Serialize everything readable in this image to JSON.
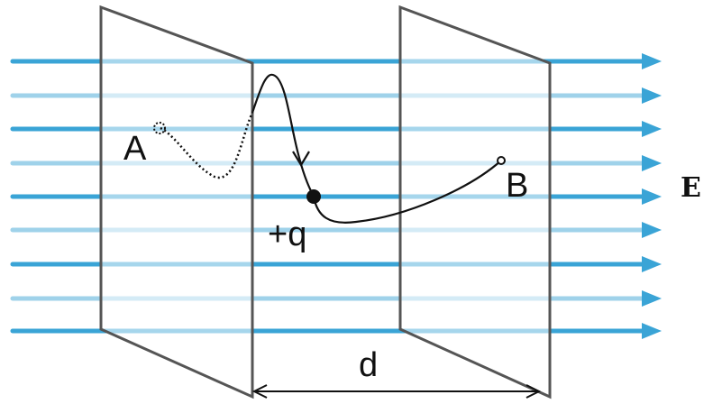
{
  "labels": {
    "point_a": "A",
    "point_b": "B",
    "charge": "+q",
    "separation": "d",
    "field": "E"
  },
  "colors": {
    "field_line": "#3aa4d6",
    "field_line_light": "#9fd2ea",
    "plate_outline": "#555555",
    "path": "#111111"
  },
  "icons": {
    "field_arrowhead": "arrow-right-icon",
    "charge_marker": "filled-circle-icon",
    "point_b_marker": "open-circle-icon",
    "point_a_marker": "dotted-circle-icon"
  }
}
